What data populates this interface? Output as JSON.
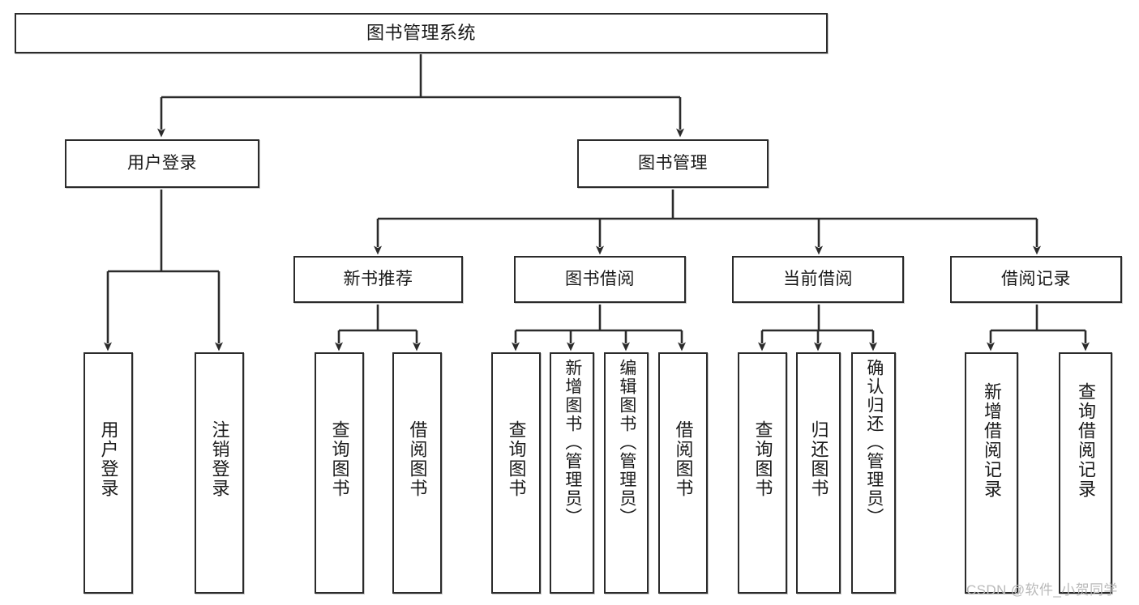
{
  "diagram": {
    "type": "tree",
    "title": "图书管理系统",
    "orientation": "top-down",
    "edge_style": "orthogonal-arrow",
    "colors": {
      "node_border": "#2b2b2b",
      "node_fill": "#ffffff",
      "edge": "#2b2b2b",
      "text": "#1a1a1a",
      "watermark": "#b9b9b9"
    },
    "levels": {
      "level1": [
        "图书管理系统"
      ],
      "level2": [
        "用户登录",
        "图书管理"
      ],
      "level3": [
        "新书推荐",
        "图书借阅",
        "当前借阅",
        "借阅记录"
      ],
      "level4": [
        "用户登录",
        "注销登录",
        "查询图书",
        "借阅图书",
        "查询图书",
        "新增图书（管理员）",
        "编辑图书（管理员）",
        "借阅图书",
        "查询图书",
        "归还图书",
        "确认归还（管理员）",
        "新增借阅记录",
        "查询借阅记录"
      ]
    }
  },
  "nodes": {
    "root": {
      "label": "图书管理系统"
    },
    "user_login": {
      "label": "用户登录"
    },
    "book_manage": {
      "label": "图书管理"
    },
    "new_book_rec": {
      "label": "新书推荐"
    },
    "book_borrow": {
      "label": "图书借阅"
    },
    "current_borrow": {
      "label": "当前借阅"
    },
    "borrow_record": {
      "label": "借阅记录"
    },
    "leaf_user_login": {
      "label": "用户登录"
    },
    "leaf_logout": {
      "label": "注销登录"
    },
    "leaf_query_book_1": {
      "label": "查询图书"
    },
    "leaf_borrow_book_1": {
      "label": "借阅图书"
    },
    "leaf_query_book_2": {
      "label": "查询图书"
    },
    "leaf_add_book_admin": {
      "label": "新增图书（管理员）"
    },
    "leaf_edit_book_admin": {
      "label": "编辑图书（管理员）"
    },
    "leaf_borrow_book_2": {
      "label": "借阅图书"
    },
    "leaf_query_book_3": {
      "label": "查询图书"
    },
    "leaf_return_book": {
      "label": "归还图书"
    },
    "leaf_confirm_return_admin": {
      "label": "确认归还（管理员）"
    },
    "leaf_add_record": {
      "label": "新增借阅记录"
    },
    "leaf_query_record": {
      "label": "查询借阅记录"
    }
  },
  "watermark": {
    "text": "CSDN @软件_小贺同学"
  }
}
